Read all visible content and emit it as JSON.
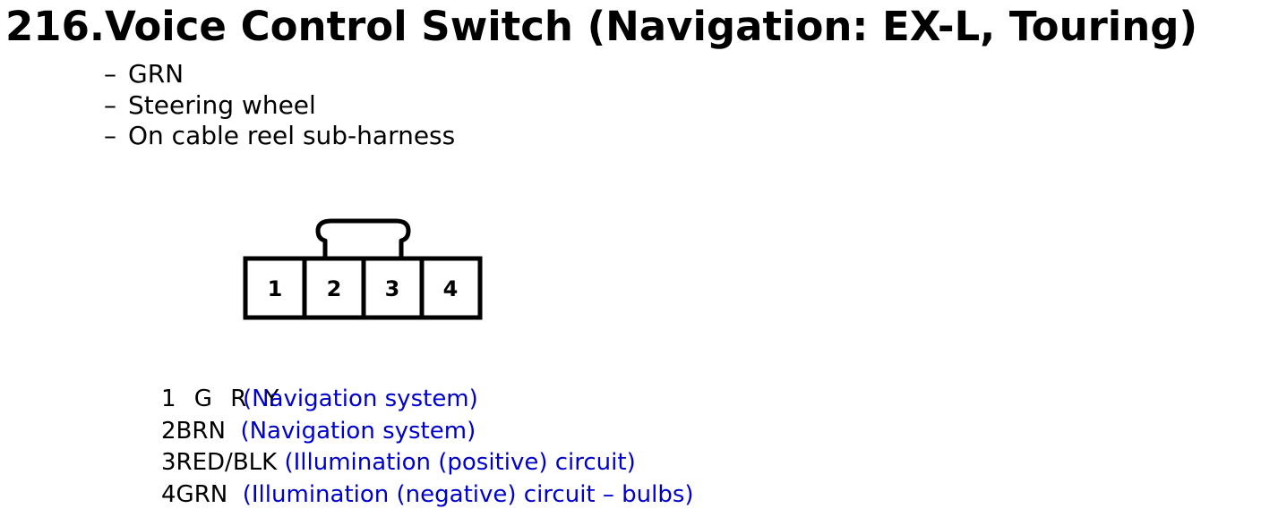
{
  "document": {
    "title": "216.Voice Control Switch (Navigation: EX-L, Touring)",
    "details": [
      {
        "dash": "–",
        "text": "GRN"
      },
      {
        "dash": "–",
        "text": "Steering wheel"
      },
      {
        "dash": "–",
        "text": "On cable reel sub-harness"
      }
    ],
    "connector": {
      "pin_labels": [
        "1",
        "2",
        "3",
        "4"
      ]
    },
    "pins": [
      {
        "code": "1 G R Y",
        "description": "(Navigation system)"
      },
      {
        "code": "2BRN",
        "description": "(Navigation system)"
      },
      {
        "code": "3RED/BLK",
        "description": "(Illumination (positive) circuit)"
      },
      {
        "code": "4GRN",
        "description": "(Illumination (negative) circuit – bulbs)"
      }
    ]
  }
}
